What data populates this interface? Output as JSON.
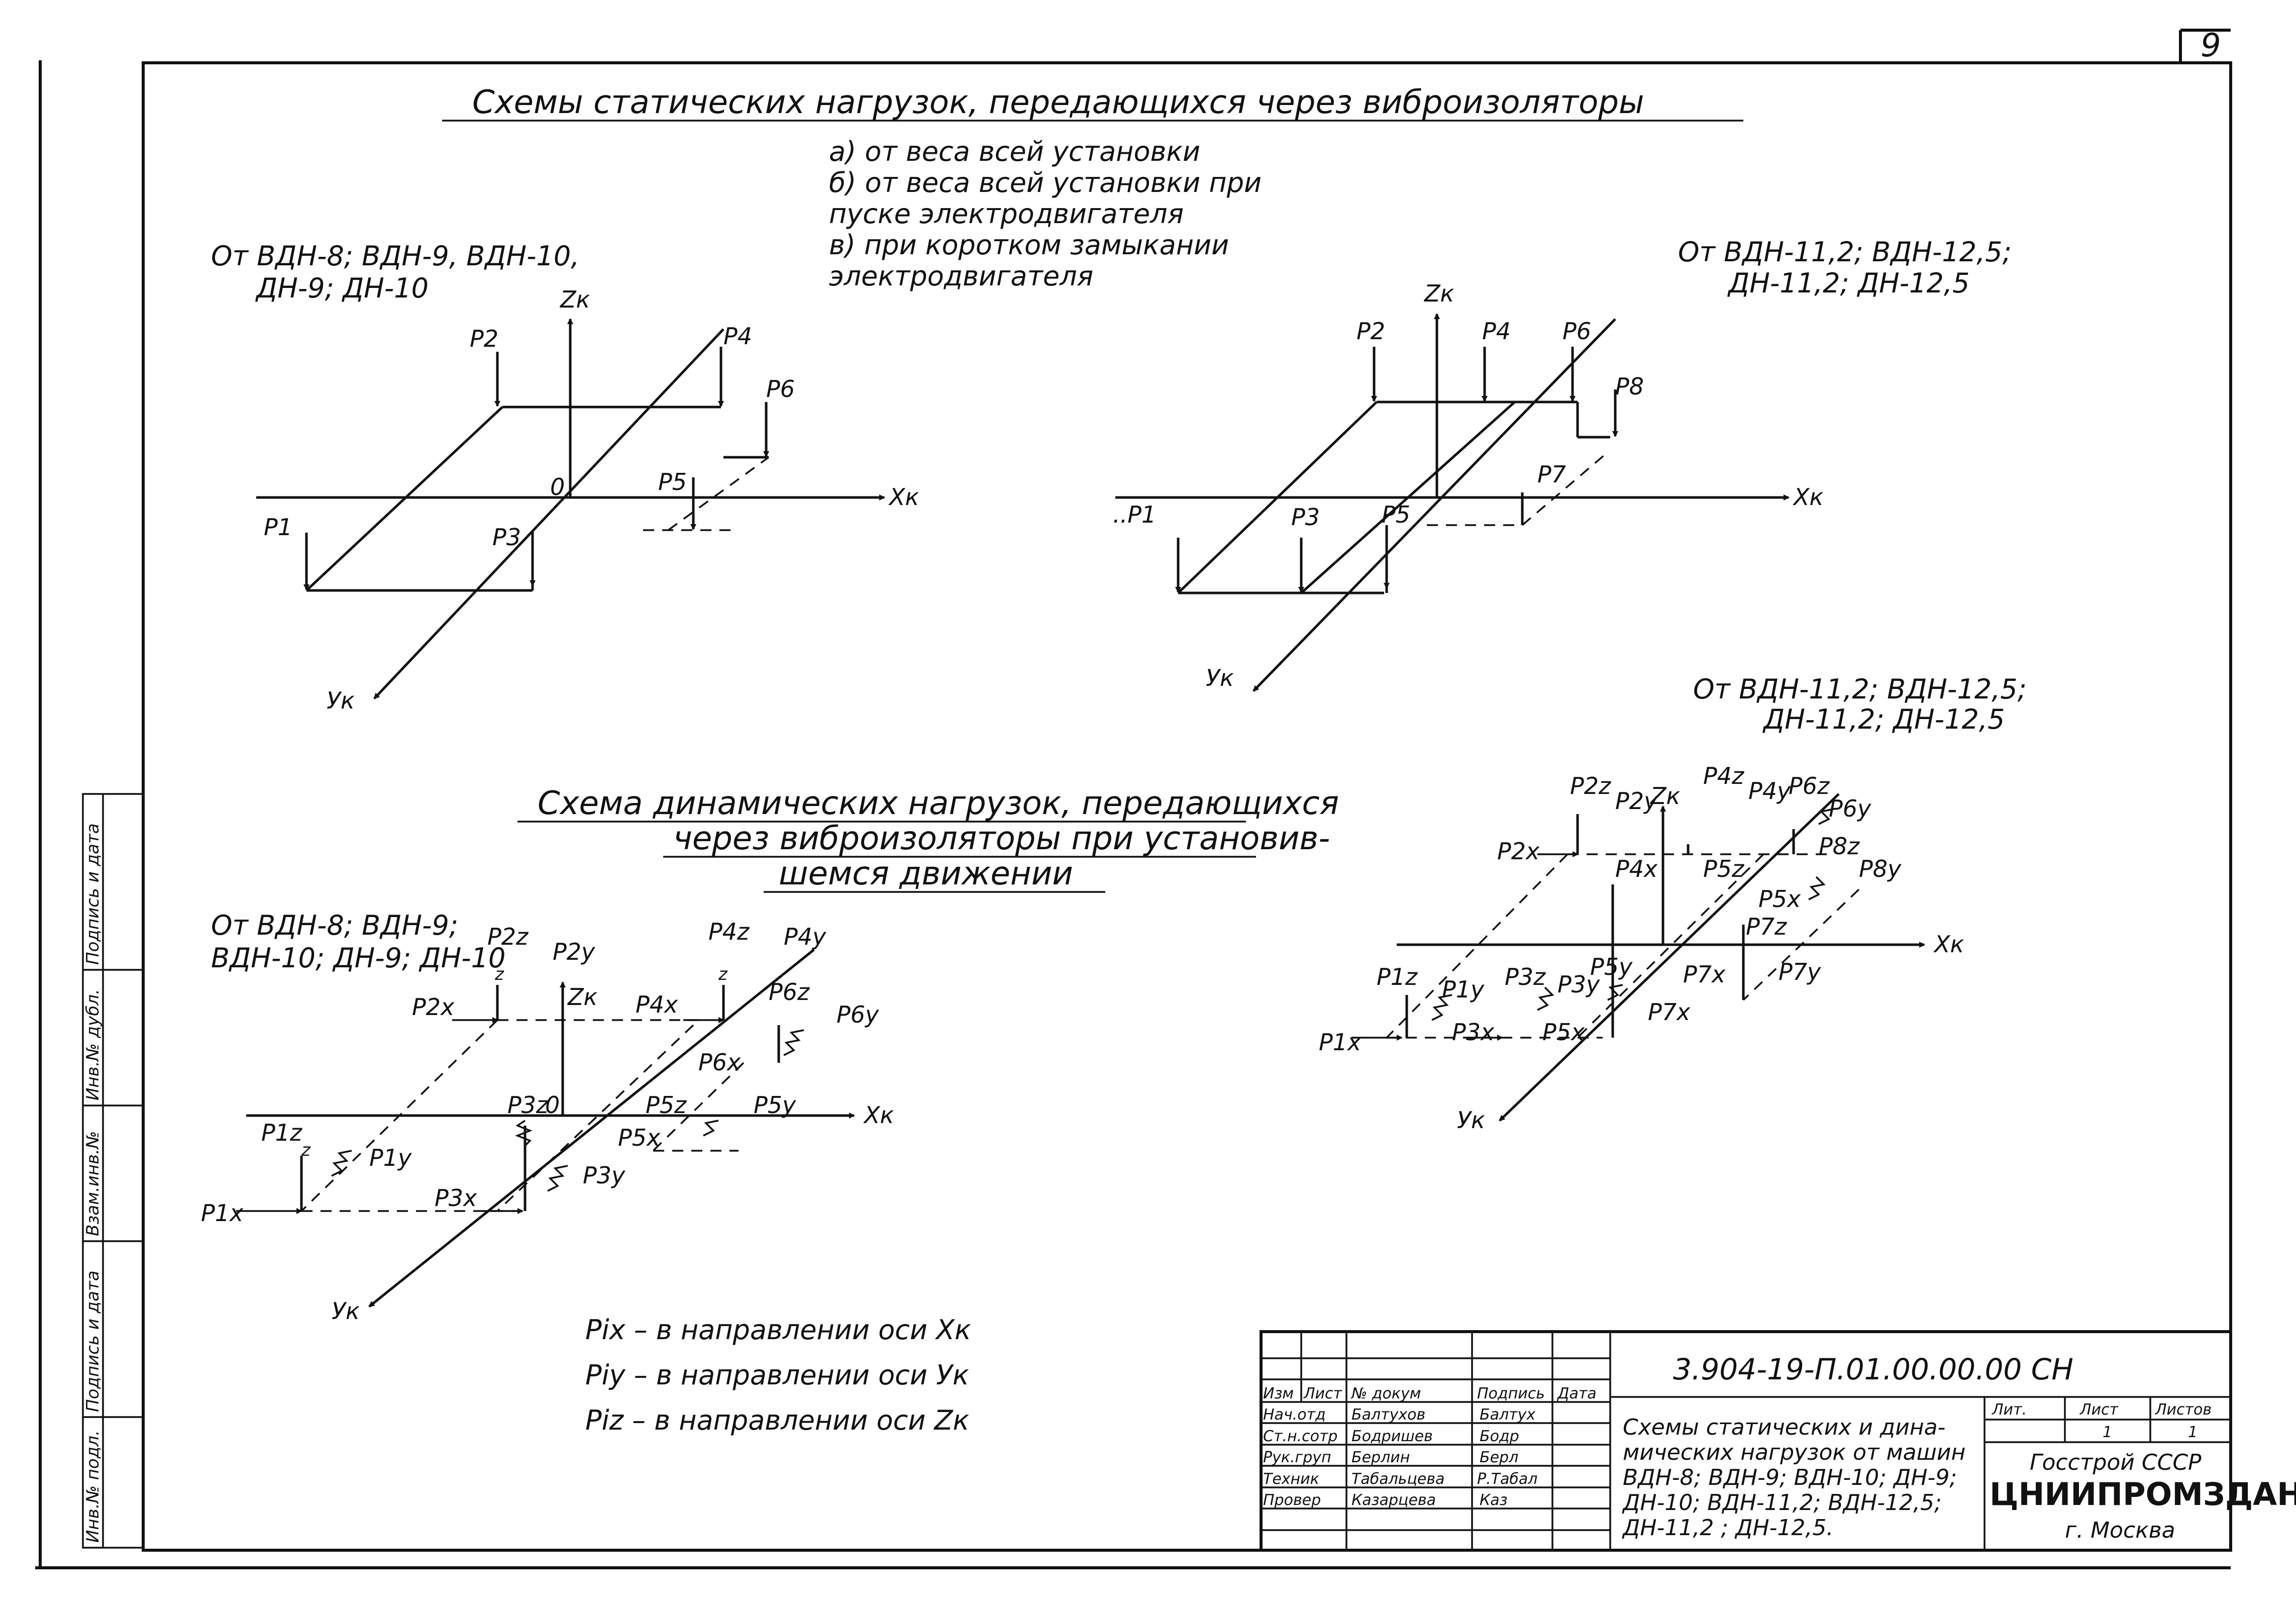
{
  "sheet_number": "9",
  "title_static": "Схемы статических нагрузок, передающихся через виброизоляторы",
  "legend_static": {
    "line_a": "а) от веса всей установки",
    "line_b1": "б) от веса всей установки при",
    "line_b2": "пуске электродвигателя",
    "line_c1": "в) при коротком замыкании",
    "line_c2": "электродвигателя"
  },
  "left_static_caption": {
    "line1": "От ВДН-8; ВДН-9, ВДН-10,",
    "line2": "ДН-9; ДН-10"
  },
  "right_static_caption": {
    "line1": "От ВДН-11,2; ВДН-12,5;",
    "line2": "ДН-11,2; ДН-12,5"
  },
  "title_dynamic": {
    "line1": "Схема динамических нагрузок, передающихся",
    "line2": "через виброизоляторы при установив-",
    "line3": "шемся движении"
  },
  "left_dynamic_caption": {
    "line1": "От ВДН-8; ВДН-9;",
    "line2": "ВДН-10; ДН-9; ДН-10"
  },
  "right_dynamic_caption": {
    "line1": "От ВДН-11,2; ВДН-12,5;",
    "line2": "ДН-11,2; ДН-12,5"
  },
  "axes": {
    "x": "Хк",
    "y": "Ук",
    "z": "Zк",
    "origin": "0"
  },
  "static_left_labels": {
    "p1": "Р1",
    "p2": "Р2",
    "p3": "Р3",
    "p4": "Р4",
    "p5": "Р5",
    "p6": "Р6"
  },
  "static_right_labels": {
    "p1": "..Р1",
    "p2": "Р2",
    "p3": "Р3",
    "p4": "Р4",
    "p5": "Р5",
    "p6": "Р6",
    "p7": "Р7",
    "p8": "Р8"
  },
  "dyn_left_labels": {
    "p1z": "Р1z",
    "p1y": "Р1y",
    "p1x": "Р1x",
    "p2z": "Р2z",
    "p2y": "Р2y",
    "p2x": "Р2x",
    "p3z": "Р3z",
    "p3x": "Р3x",
    "p3y": "Р3y",
    "p4z": "Р4z",
    "p4y": "Р4y",
    "p4x": "Р4x",
    "p5z": "Р5z",
    "p5x": "Р5x",
    "p5y": "Р5y",
    "p6z": "Р6z",
    "p6y": "Р6y",
    "p6x": "Р6x",
    "z": "z"
  },
  "dyn_right_labels": {
    "p1z": "Р1z",
    "p1y": "Р1y",
    "p1x": "Р1x",
    "p2z": "Р2z",
    "p2y": "Р2y",
    "p2x": "Р2x",
    "p3z": "Р3z",
    "p3y": "Р3y",
    "p3x": "Р3x",
    "p4z": "Р4z",
    "p4y": "Р4y",
    "p4x": "Р4x",
    "p5z": "Р5z",
    "p5y": "Р5y",
    "p5x": "Р5x",
    "p6z": "Р6z",
    "p6y": "Р6y",
    "p7z": "Р7z",
    "p7y": "Р7y",
    "p7x": "Р7x",
    "p8z": "Р8z",
    "p8y": "Р8y"
  },
  "explanation": {
    "line1": "Рix – в направлении оси Хк",
    "line2": "Рiy – в направлении оси Ук",
    "line3": "Рiz – в направлении оси Zк"
  },
  "side_stamp": [
    "Инв.№ подл.",
    "Подпись и дата",
    "Взам.инв.№",
    "Инв.№ дубл.",
    "Подпись и дата"
  ],
  "title_block": {
    "doc_code": "3.904-19-П.01.00.00.00 СН",
    "header_cols": [
      "Изм",
      "Лист",
      "№ докум",
      "Подпись",
      "Дата"
    ],
    "rows": [
      {
        "role": "Нач.отд",
        "name": "Балтухов",
        "sign": "Балтух"
      },
      {
        "role": "Ст.н.сотр",
        "name": "Бодришев",
        "sign": "Бодр"
      },
      {
        "role": "Рук.груп",
        "name": "Берлин",
        "sign": "Берл"
      },
      {
        "role": "Техник",
        "name": "Табальцева",
        "sign": "Р.Табал"
      },
      {
        "role": "Провер",
        "name": "Казарцева",
        "sign": "Каз"
      }
    ],
    "doc_title": {
      "line1": "Схемы статических и дина-",
      "line2": "мических нагрузок от машин",
      "line3": "ВДН-8; ВДН-9; ВДН-10; ДН-9;",
      "line4": "ДН-10; ВДН-11,2; ВДН-12,5;",
      "line5": "ДН-11,2 ; ДН-12,5."
    },
    "lit_label": "Лит.",
    "sheet_label": "Лист",
    "sheets_label": "Листов",
    "sheet_value": "1",
    "sheets_value": "1",
    "org1": "Госстрой СССР",
    "org2": "ЦНИИПРОМЗДАНИЙ",
    "org3": "г. Москва"
  }
}
